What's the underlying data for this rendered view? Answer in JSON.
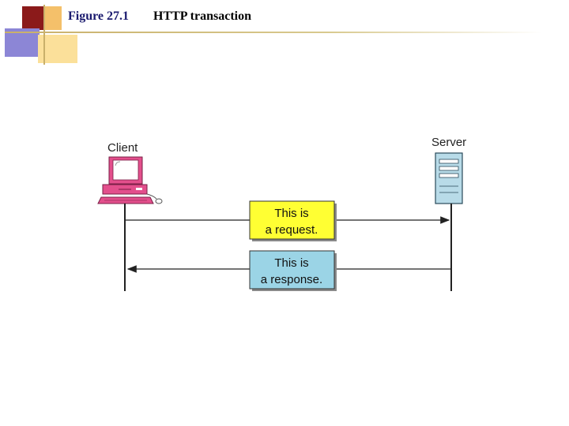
{
  "figure": {
    "number": "Figure 27.1",
    "caption": "HTTP transaction"
  },
  "diagram": {
    "client_label": "Client",
    "server_label": "Server",
    "request": {
      "line1": "This is",
      "line2": "a request.",
      "color": "#ffff33"
    },
    "response": {
      "line1": "This is",
      "line2": "a response.",
      "color": "#9bd4e6"
    }
  },
  "colors": {
    "title_blue": "#1a1a6e",
    "client_pc": "#e34f8c",
    "server_box": "#b8dbe8"
  }
}
